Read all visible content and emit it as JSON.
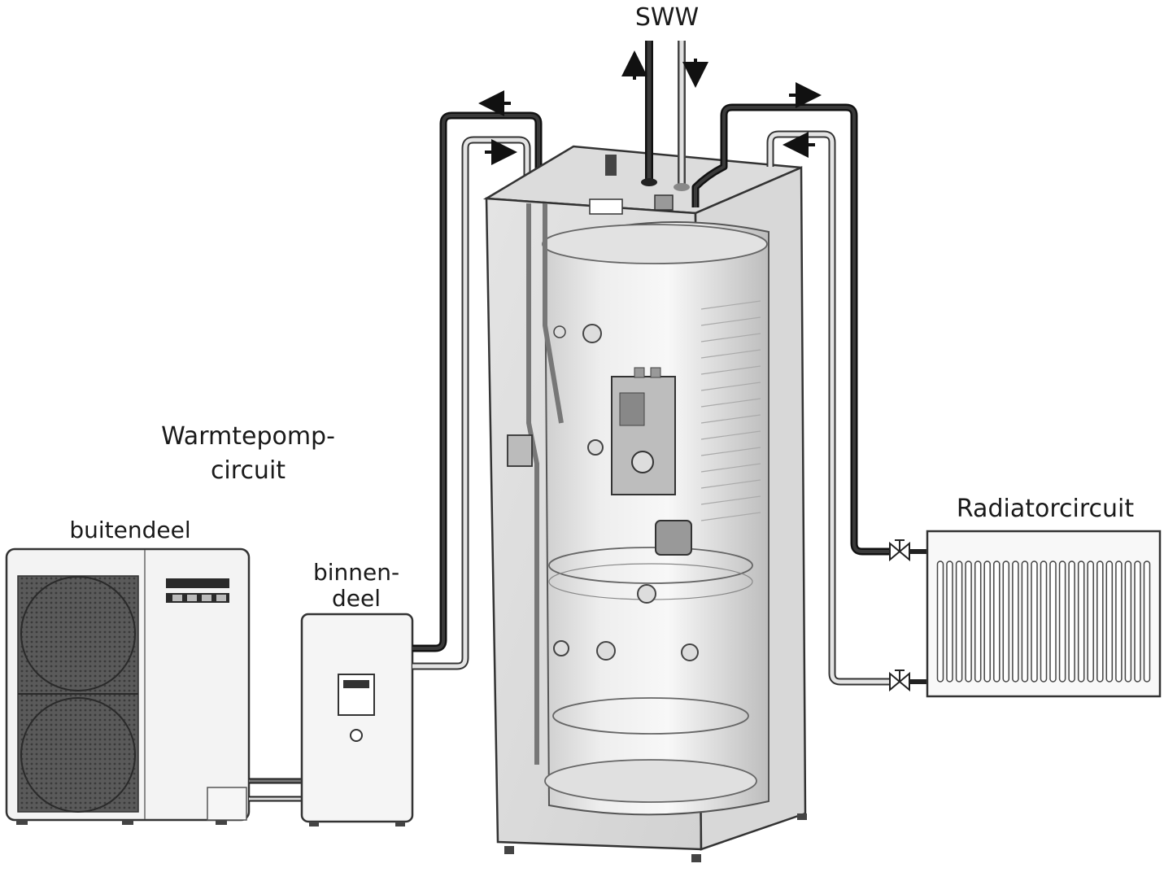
{
  "labels": {
    "sww": "SWW",
    "heatpump_circuit_line1": "Warmtepomp-",
    "heatpump_circuit_line2": "circuit",
    "outdoor_unit": "buitendeel",
    "indoor_unit_line1": "binnen-",
    "indoor_unit_line2": "deel",
    "radiator_circuit": "Radiatorcircuit"
  },
  "flow_arrows": [
    {
      "location": "hot water outlet",
      "direction": "up"
    },
    {
      "location": "cold water inlet",
      "direction": "down"
    },
    {
      "location": "heat pump circuit supply",
      "direction": "left"
    },
    {
      "location": "heat pump circuit return",
      "direction": "right"
    },
    {
      "location": "radiator circuit supply",
      "direction": "right"
    },
    {
      "location": "radiator circuit return",
      "direction": "left"
    }
  ],
  "colors": {
    "hot_pipe": "#222222",
    "cold_pipe": "#c8c8c8",
    "outline": "#333333",
    "panel_fill": "#f2f2f2",
    "glass_fill": "#e6e6e6"
  },
  "icons": [
    "fan-grille-icon",
    "valve-icon",
    "radiator-fins-icon",
    "flow-arrow-icon"
  ]
}
